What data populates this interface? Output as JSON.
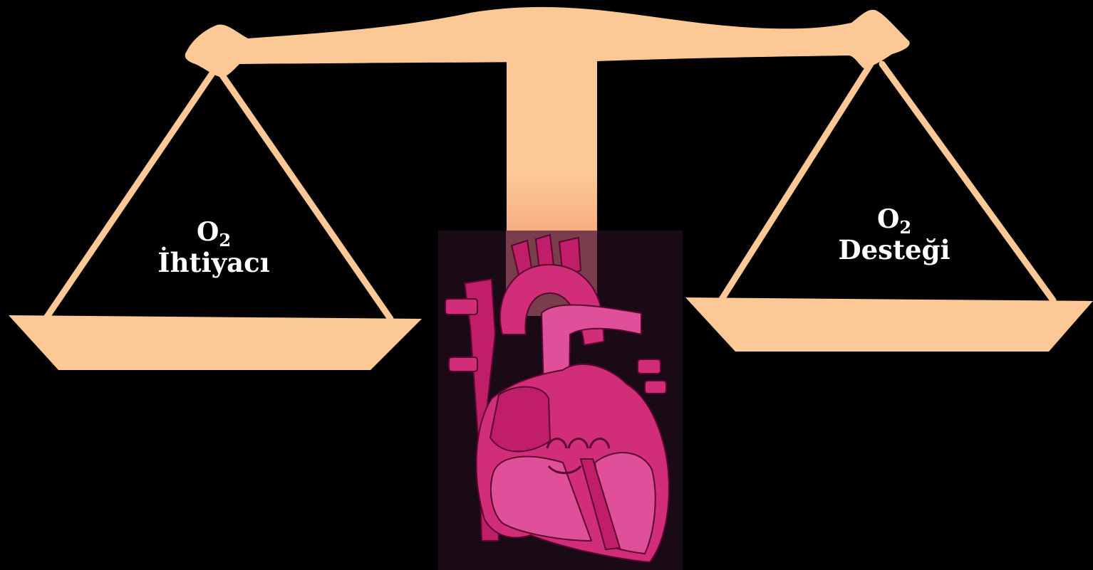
{
  "colors": {
    "background": "#000000",
    "scale": "#FCC996",
    "pillar_fade": "#F49876",
    "heart_dark": "#C01E68",
    "heart_mid": "#D22D78",
    "heart_light": "#E0509A",
    "heart_outline": "#5A0730",
    "heart_panel": "#1A0A16"
  },
  "icons": [
    "balance-scale-icon",
    "heart-anatomy-icon"
  ],
  "left_pan": {
    "o2_letter": "O",
    "o2_sub": "2",
    "word": "İhtiyacı"
  },
  "right_pan": {
    "o2_letter": "O",
    "o2_sub": "2",
    "word": "Desteği"
  }
}
